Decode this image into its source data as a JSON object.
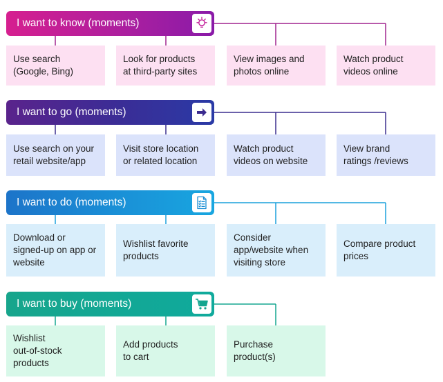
{
  "groups": [
    {
      "header": "I want to know (moments)",
      "icon": "lightbulb-icon",
      "colors": {
        "line": "#a0248f",
        "card": "#fde0f2",
        "icon": "#c3209a"
      },
      "cards": [
        "Use search\n(Google, Bing)",
        "Look for products\nat third-party sites",
        "View images and\nphotos online",
        "Watch product\nvideos online"
      ]
    },
    {
      "header": "I want to go (moments)",
      "icon": "arrow-right-icon",
      "colors": {
        "line": "#3a2d8e",
        "card": "#dbe3fb",
        "icon": "#3b2b8f"
      },
      "cards": [
        "Use search on your\nretail website/app",
        "Visit store location\nor related location",
        "Watch product\nvideos on website",
        "View brand\nratings /reviews"
      ]
    },
    {
      "header": "I want to do (moments)",
      "icon": "checklist-icon",
      "colors": {
        "line": "#1aa0dc",
        "card": "#d9eefb",
        "icon": "#1b8fd4"
      },
      "cards": [
        "Download or\nsigned-up on app or\nwebsite",
        "Wishlist favorite\nproducts",
        "Consider\napp/website when\nvisiting store",
        "Compare product\nprices"
      ]
    },
    {
      "header": "I want to buy (moments)",
      "icon": "shopping-cart-icon",
      "colors": {
        "line": "#13a58f",
        "card": "#d8f8e9",
        "icon": "#12a58f"
      },
      "cards": [
        "Wishlist\nout-of-stock\nproducts",
        "Add products\nto cart",
        "Purchase\nproduct(s)"
      ]
    }
  ]
}
